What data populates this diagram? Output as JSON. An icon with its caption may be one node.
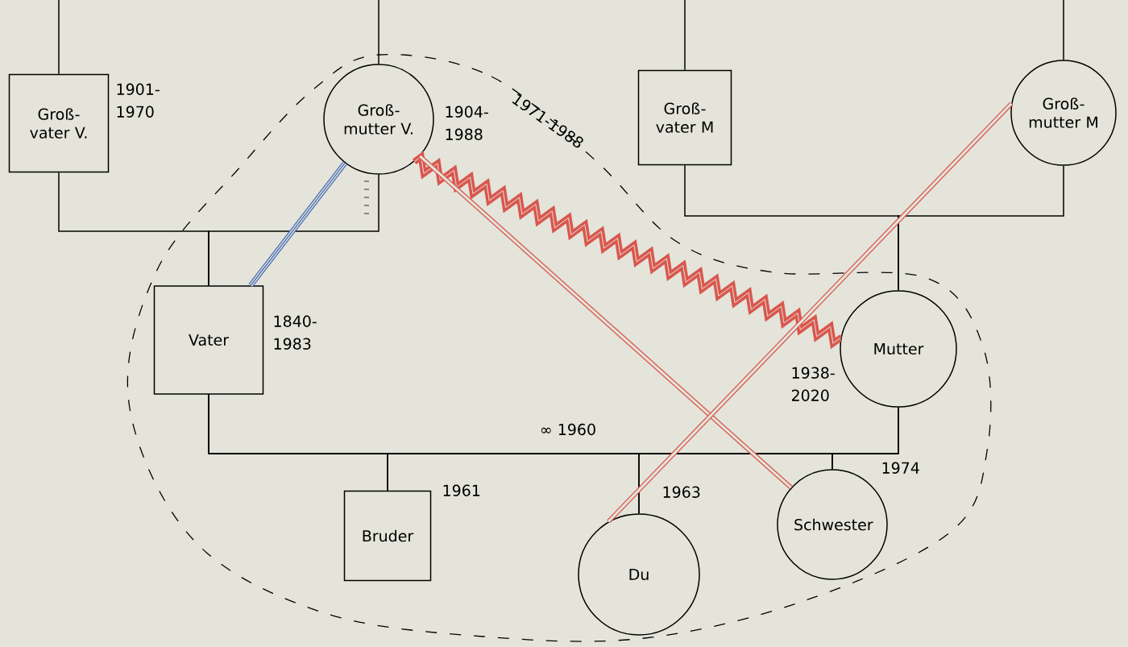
{
  "diagram": {
    "nodes": [
      {
        "text": [
          "Groß- vater V."
        ],
        "beside": [
          "1901- 1970"
        ]
      },
      {
        "text": [
          "Groß- mutter V."
        ],
        "beside": [
          "1904- 1988"
        ]
      },
      {
        "text": [
          "Groß- vater M"
        ]
      },
      {
        "text": [
          "Groß- mutter M"
        ]
      },
      {
        "text": [
          "Vater"
        ],
        "beside": [
          "1840- 1983"
        ]
      },
      {
        "text": [
          "Mutter"
        ],
        "beside": [
          "1938- 2020"
        ]
      },
      {
        "text": [
          "Bruder"
        ],
        "beside": [
          "1961"
        ]
      },
      {
        "text": [
          "Du"
        ],
        "beside": [
          "1963"
        ]
      },
      {
        "text": [
          "Schwester"
        ],
        "beside": [
          "1974"
        ]
      }
    ],
    "edges": [
      {
        "from": 0,
        "to": null,
        "arrow": "none"
      },
      {
        "from": 1,
        "to": null,
        "arrow": "none"
      },
      {
        "from": 2,
        "to": null,
        "arrow": "none"
      },
      {
        "from": 3,
        "to": null,
        "arrow": "none"
      },
      {
        "from": 0,
        "to": 4,
        "arrow": "none"
      },
      {
        "from": 1,
        "to": 4,
        "arrow": "none"
      },
      {
        "from": 2,
        "to": 5,
        "arrow": "none"
      },
      {
        "from": 3,
        "to": 5,
        "arrow": "none"
      },
      {
        "from": 4,
        "to": 6,
        "arrow": "none"
      },
      {
        "from": 5,
        "to": 6,
        "arrow": "none"
      },
      {
        "from": 4,
        "to": 7,
        "arrow": "none"
      },
      {
        "from": 5,
        "to": 7,
        "arrow": "none"
      },
      {
        "from": 4,
        "to": 8,
        "arrow": "none"
      },
      {
        "from": 5,
        "to": 8,
        "arrow": "none"
      },
      {
        "from": 1,
        "to": 4,
        "arrow": "none",
        "style": "thick",
        "color": "#4a6fb8"
      },
      {
        "from": 1,
        "to": 5,
        "arrow": "none",
        "style": "thick",
        "color": "#d9574e"
      },
      {
        "from": 1,
        "to": 8,
        "arrow": "none",
        "style": "thick",
        "color": "#d9574e"
      },
      {
        "from": 3,
        "to": 7,
        "arrow": "none",
        "style": "thick",
        "color": "#d9574e"
      }
    ],
    "labels": [
      "1971-1988",
      "∞ 1960"
    ]
  }
}
